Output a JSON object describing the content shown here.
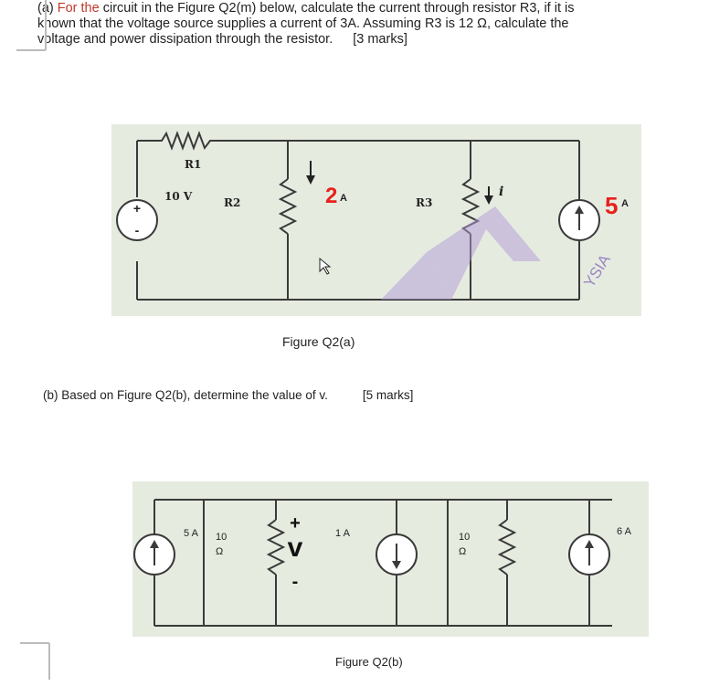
{
  "question_a": {
    "prefix": "(a) ",
    "highlight": "For the",
    "line1_rest": " circuit in the Figure Q2(m) below, calculate the current through resistor R3, if it is",
    "line2": "known that the voltage source supplies a current of 3A. Assuming R3 is 12 Ω, calculate the",
    "line3": "voltage and power dissipation through the resistor.",
    "marks": "[3 marks]"
  },
  "figure_a": {
    "caption": "Figure Q2(a)",
    "labels": {
      "r1": "R1",
      "source": "10 V",
      "r2": "R2",
      "r3": "R3",
      "current_2a_digit": "2",
      "current_2a_unit": "A",
      "current_i": "i",
      "current_5a_digit": "5",
      "current_5a_unit": "A",
      "plus": "+",
      "minus": "-",
      "watermark": "YSIA"
    }
  },
  "question_b": {
    "text": "(b) Based on Figure Q2(b), determine the value of v.",
    "marks": "[5 marks]"
  },
  "figure_b": {
    "caption": "Figure Q2(b)",
    "labels": {
      "src1": "5 A",
      "r10a_val": "10",
      "r10a_unit": "Ω",
      "v": "v",
      "plus": "+",
      "minus": "-",
      "src2": "1 A",
      "r10b_val": "10",
      "r10b_unit": "Ω",
      "src3": "6 A"
    }
  },
  "colors": {
    "red_annotation": "#e8201a",
    "watermark": "#b19ad8",
    "wire": "#3a3a3a",
    "figure_bg": "#e6ebe0"
  }
}
